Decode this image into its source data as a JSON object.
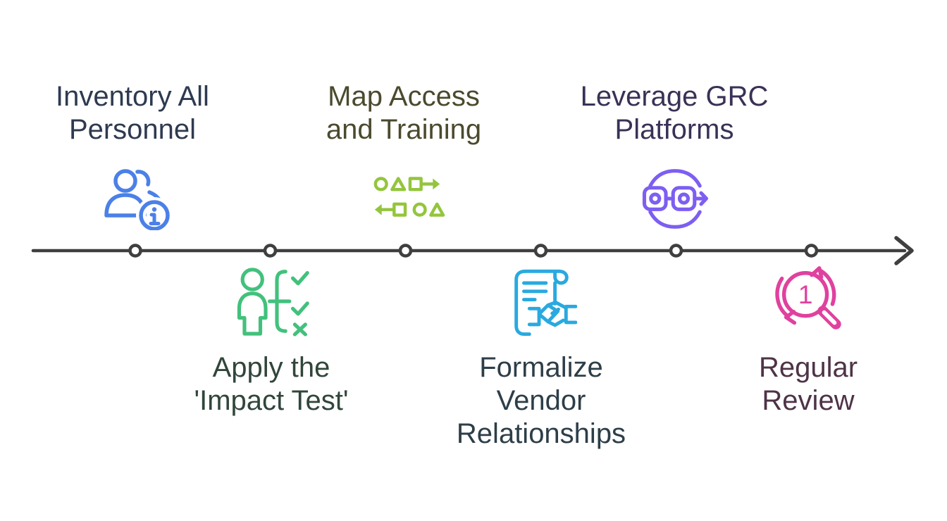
{
  "diagram": {
    "background_color": "#ffffff",
    "axis": {
      "color": "#3f3f3f",
      "dot_count": 6,
      "arrow_direction": "right"
    },
    "milestones": [
      {
        "label": "Inventory All\nPersonnel",
        "side": "above",
        "icon": "people-info-icon",
        "icon_color": "#4b80e8",
        "label_color": "#2e3a50"
      },
      {
        "label": "Apply the\n'Impact Test'",
        "side": "below",
        "icon": "person-checklist-icon",
        "icon_color": "#42c17c",
        "label_color": "#31463b"
      },
      {
        "label": "Map Access\nand Training",
        "side": "above",
        "icon": "shapes-flow-icon",
        "icon_color": "#94c53c",
        "label_color": "#4b4a2e"
      },
      {
        "label": "Formalize\nVendor\nRelationships",
        "side": "below",
        "icon": "contract-handshake-icon",
        "icon_color": "#29a9e0",
        "label_color": "#2d3e48"
      },
      {
        "label": "Leverage GRC\nPlatforms",
        "side": "above",
        "icon": "workflow-icon",
        "icon_color": "#7d5ef2",
        "label_color": "#3a3156"
      },
      {
        "label": "Regular\nReview",
        "side": "below",
        "icon": "magnifier-refresh-icon",
        "icon_color": "#e0419e",
        "icon_badge": "1",
        "label_color": "#4e3347"
      }
    ]
  }
}
